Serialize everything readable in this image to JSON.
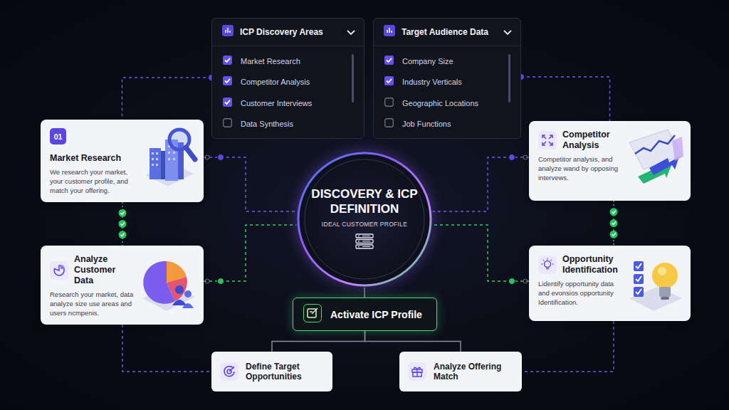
{
  "diagram": {
    "nodes": [
      {
        "text": [
          "ICP Discovery Areas",
          "Market Research",
          "Competitor Analysis",
          "Customer Interviews",
          "Data Synthesis"
        ]
      },
      {
        "text": [
          "Target Audience Data",
          "Company Size",
          "Industry Verticals",
          "Geographic Locations",
          "Job Functions"
        ]
      },
      {
        "text": [
          "01",
          "Market Research",
          "We research your market, your customer profile, and match your offering."
        ]
      },
      {
        "text": [
          "Competitor Analysis",
          "Competitor analysis, and analyze wand by opposing intervews."
        ]
      },
      {
        "text": [
          "DISCOVERY & ICP DEFINITION",
          "IDEAL CUSTOMER PROFILE"
        ]
      },
      {
        "text": [
          "Analyze Customer Data",
          "Research your market, data analyze size use areas and users ncmpenis."
        ]
      },
      {
        "text": [
          "Opportunity Identification",
          "Lidentify opportunity data and evonsios opportunity Identification."
        ]
      },
      {
        "text": [
          "Activate ICP Profile"
        ]
      },
      {
        "text": [
          "Define Target Opportunities"
        ]
      },
      {
        "text": [
          "Analyze Offering Match"
        ]
      }
    ],
    "edges": [
      {
        "from": 0,
        "to": 2,
        "arrow": "none"
      },
      {
        "from": 1,
        "to": 3,
        "arrow": "none"
      },
      {
        "from": 2,
        "to": 4,
        "arrow": "none"
      },
      {
        "from": 3,
        "to": 4,
        "arrow": "none"
      },
      {
        "from": 2,
        "to": 5,
        "arrow": "none"
      },
      {
        "from": 3,
        "to": 6,
        "arrow": "none"
      },
      {
        "from": 5,
        "to": 4,
        "arrow": "none"
      },
      {
        "from": 6,
        "to": 4,
        "arrow": "none"
      },
      {
        "from": 4,
        "to": 7,
        "arrow": "none"
      },
      {
        "from": 7,
        "to": 8,
        "arrow": "none"
      },
      {
        "from": 7,
        "to": 9,
        "arrow": "none"
      },
      {
        "from": 5,
        "to": 8,
        "arrow": "none"
      },
      {
        "from": 6,
        "to": 9,
        "arrow": "none"
      }
    ]
  }
}
